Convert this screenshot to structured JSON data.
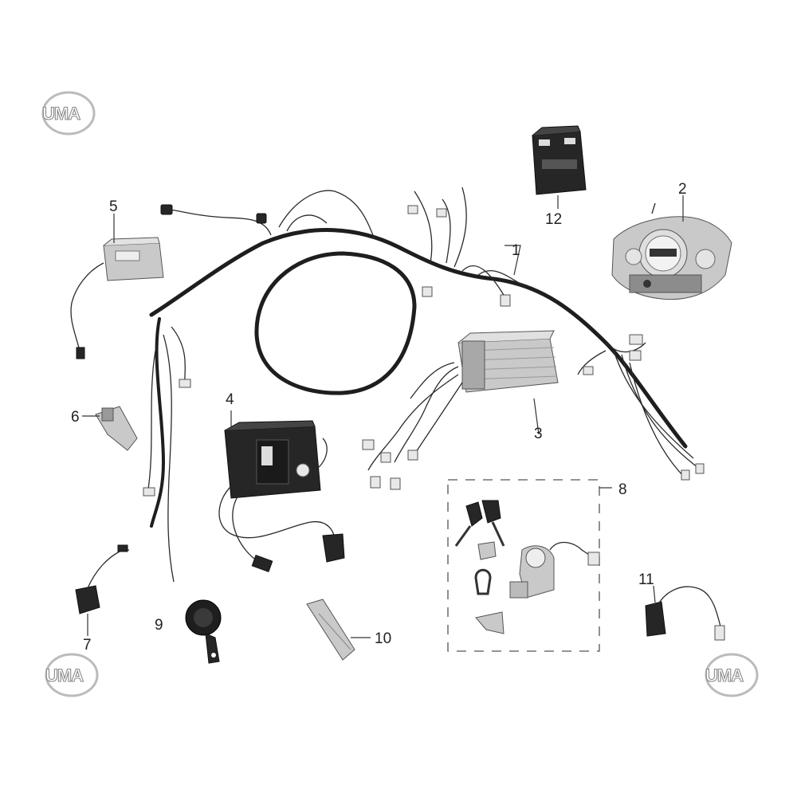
{
  "logos": {
    "brand_text": "UMA"
  },
  "callouts": [
    {
      "id": "1",
      "label": "1"
    },
    {
      "id": "2",
      "label": "2"
    },
    {
      "id": "3",
      "label": "3"
    },
    {
      "id": "4",
      "label": "4"
    },
    {
      "id": "5",
      "label": "5"
    },
    {
      "id": "6",
      "label": "6"
    },
    {
      "id": "7",
      "label": "7"
    },
    {
      "id": "8",
      "label": "8"
    },
    {
      "id": "9",
      "label": "9"
    },
    {
      "id": "10",
      "label": "10"
    },
    {
      "id": "11",
      "label": "11"
    },
    {
      "id": "12",
      "label": "12"
    }
  ],
  "colors": {
    "wire": "#1e1e1e",
    "part_grey": "#c9c9c9",
    "part_dark": "#262626",
    "background": "#ffffff"
  }
}
